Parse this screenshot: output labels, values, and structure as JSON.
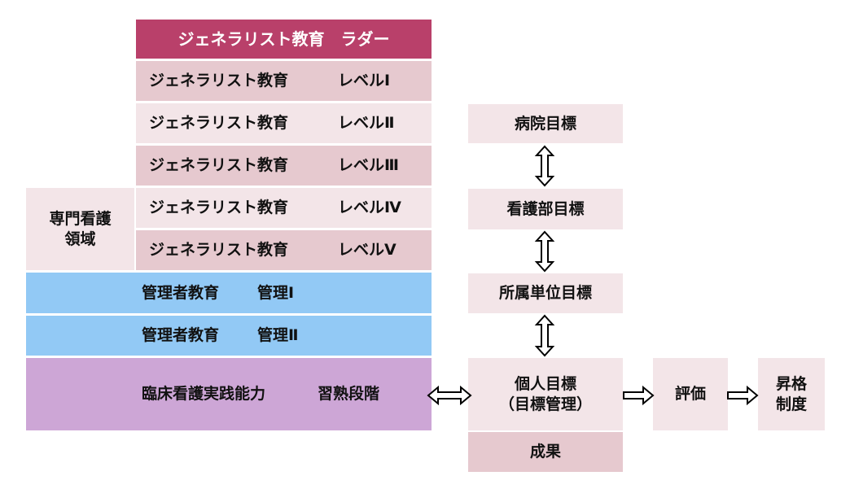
{
  "colors": {
    "ladder": "#b9406a",
    "level_dark": "#e6c9cf",
    "level_light": "#f3e5e8",
    "specialty": "#f3e5e8",
    "management": "#92c9f5",
    "clinical": "#cda6d6",
    "goal_box": "#f3e5e8",
    "result_box": "#e6c9cf"
  },
  "ladder": {
    "title": "ジェネラリスト教育　ラダー"
  },
  "levels": [
    {
      "label": "ジェネラリスト教育",
      "level": "レベルⅠ"
    },
    {
      "label": "ジェネラリスト教育",
      "level": "レベルⅡ"
    },
    {
      "label": "ジェネラリスト教育",
      "level": "レベルⅢ"
    },
    {
      "label": "ジェネラリスト教育",
      "level": "レベルⅣ"
    },
    {
      "label": "ジェネラリスト教育",
      "level": "レベルⅤ"
    }
  ],
  "specialty": {
    "line1": "専門看護",
    "line2": "領域"
  },
  "management": [
    {
      "label": "管理者教育",
      "level": "管理Ⅰ"
    },
    {
      "label": "管理者教育",
      "level": "管理Ⅱ"
    }
  ],
  "clinical": {
    "label": "臨床看護実践能力",
    "stage": "習熟段階"
  },
  "goals": {
    "hospital": "病院目標",
    "nursing_dept": "看護部目標",
    "unit": "所属単位目標",
    "individual_line1": "個人目標",
    "individual_line2": "（目標管理）",
    "result": "成果"
  },
  "evaluation": {
    "label": "評価"
  },
  "promotion": {
    "line1": "昇格",
    "line2": "制度"
  }
}
